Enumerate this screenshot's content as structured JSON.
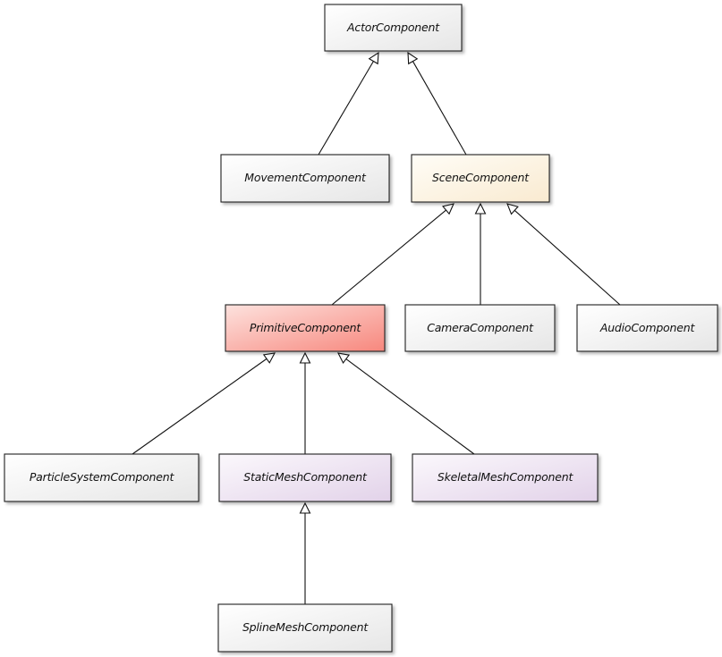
{
  "diagram": {
    "nodes": [
      {
        "id": "actor",
        "label": "ActorComponent",
        "color": "#f0f0f0"
      },
      {
        "id": "movement",
        "label": "MovementComponent",
        "color": "#f0f0f0"
      },
      {
        "id": "scene",
        "label": "SceneComponent",
        "color": "#fdf3dc"
      },
      {
        "id": "primitive",
        "label": "PrimitiveComponent",
        "color": "#fb9d95"
      },
      {
        "id": "camera",
        "label": "CameraComponent",
        "color": "#f0f0f0"
      },
      {
        "id": "audio",
        "label": "AudioComponent",
        "color": "#f0f0f0"
      },
      {
        "id": "particle",
        "label": "ParticleSystemComponent",
        "color": "#f0f0f0"
      },
      {
        "id": "staticmesh",
        "label": "StaticMeshComponent",
        "color": "#ebe0f0"
      },
      {
        "id": "skeletalmesh",
        "label": "SkeletalMeshComponent",
        "color": "#ebe0f0"
      },
      {
        "id": "splinemesh",
        "label": "SplineMeshComponent",
        "color": "#f0f0f0"
      }
    ],
    "edges": [
      {
        "from": "movement",
        "to": "actor"
      },
      {
        "from": "scene",
        "to": "actor"
      },
      {
        "from": "primitive",
        "to": "scene"
      },
      {
        "from": "camera",
        "to": "scene"
      },
      {
        "from": "audio",
        "to": "scene"
      },
      {
        "from": "particle",
        "to": "primitive"
      },
      {
        "from": "staticmesh",
        "to": "primitive"
      },
      {
        "from": "skeletalmesh",
        "to": "primitive"
      },
      {
        "from": "splinemesh",
        "to": "staticmesh"
      }
    ]
  }
}
